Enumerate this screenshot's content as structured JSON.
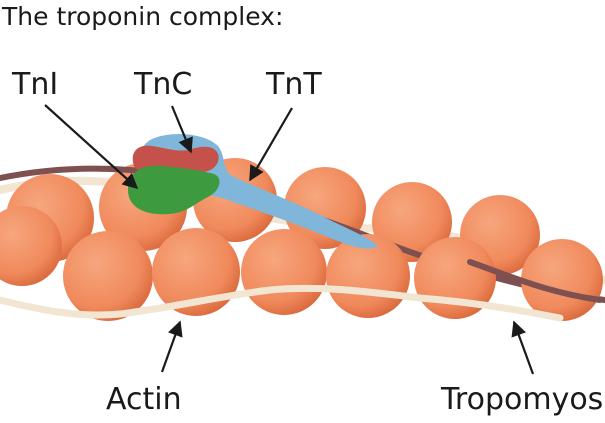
{
  "title": "The troponin complex:",
  "labels": {
    "tni": "TnI",
    "tnc": "TnC",
    "tnt": "TnT",
    "actin": "Actin",
    "tropomyosin": "Tropomyos"
  },
  "colors": {
    "background": "#ffffff",
    "actin": "#f08a5c",
    "actin_shadow": "#d9683c",
    "tropomyosin_light": "#f2e6d2",
    "tropomyosin_dark": "#7e5050",
    "tnc": "#c4524a",
    "tni": "#3e9a3e",
    "tnt": "#7fb6da",
    "text": "#1a1a1a"
  }
}
